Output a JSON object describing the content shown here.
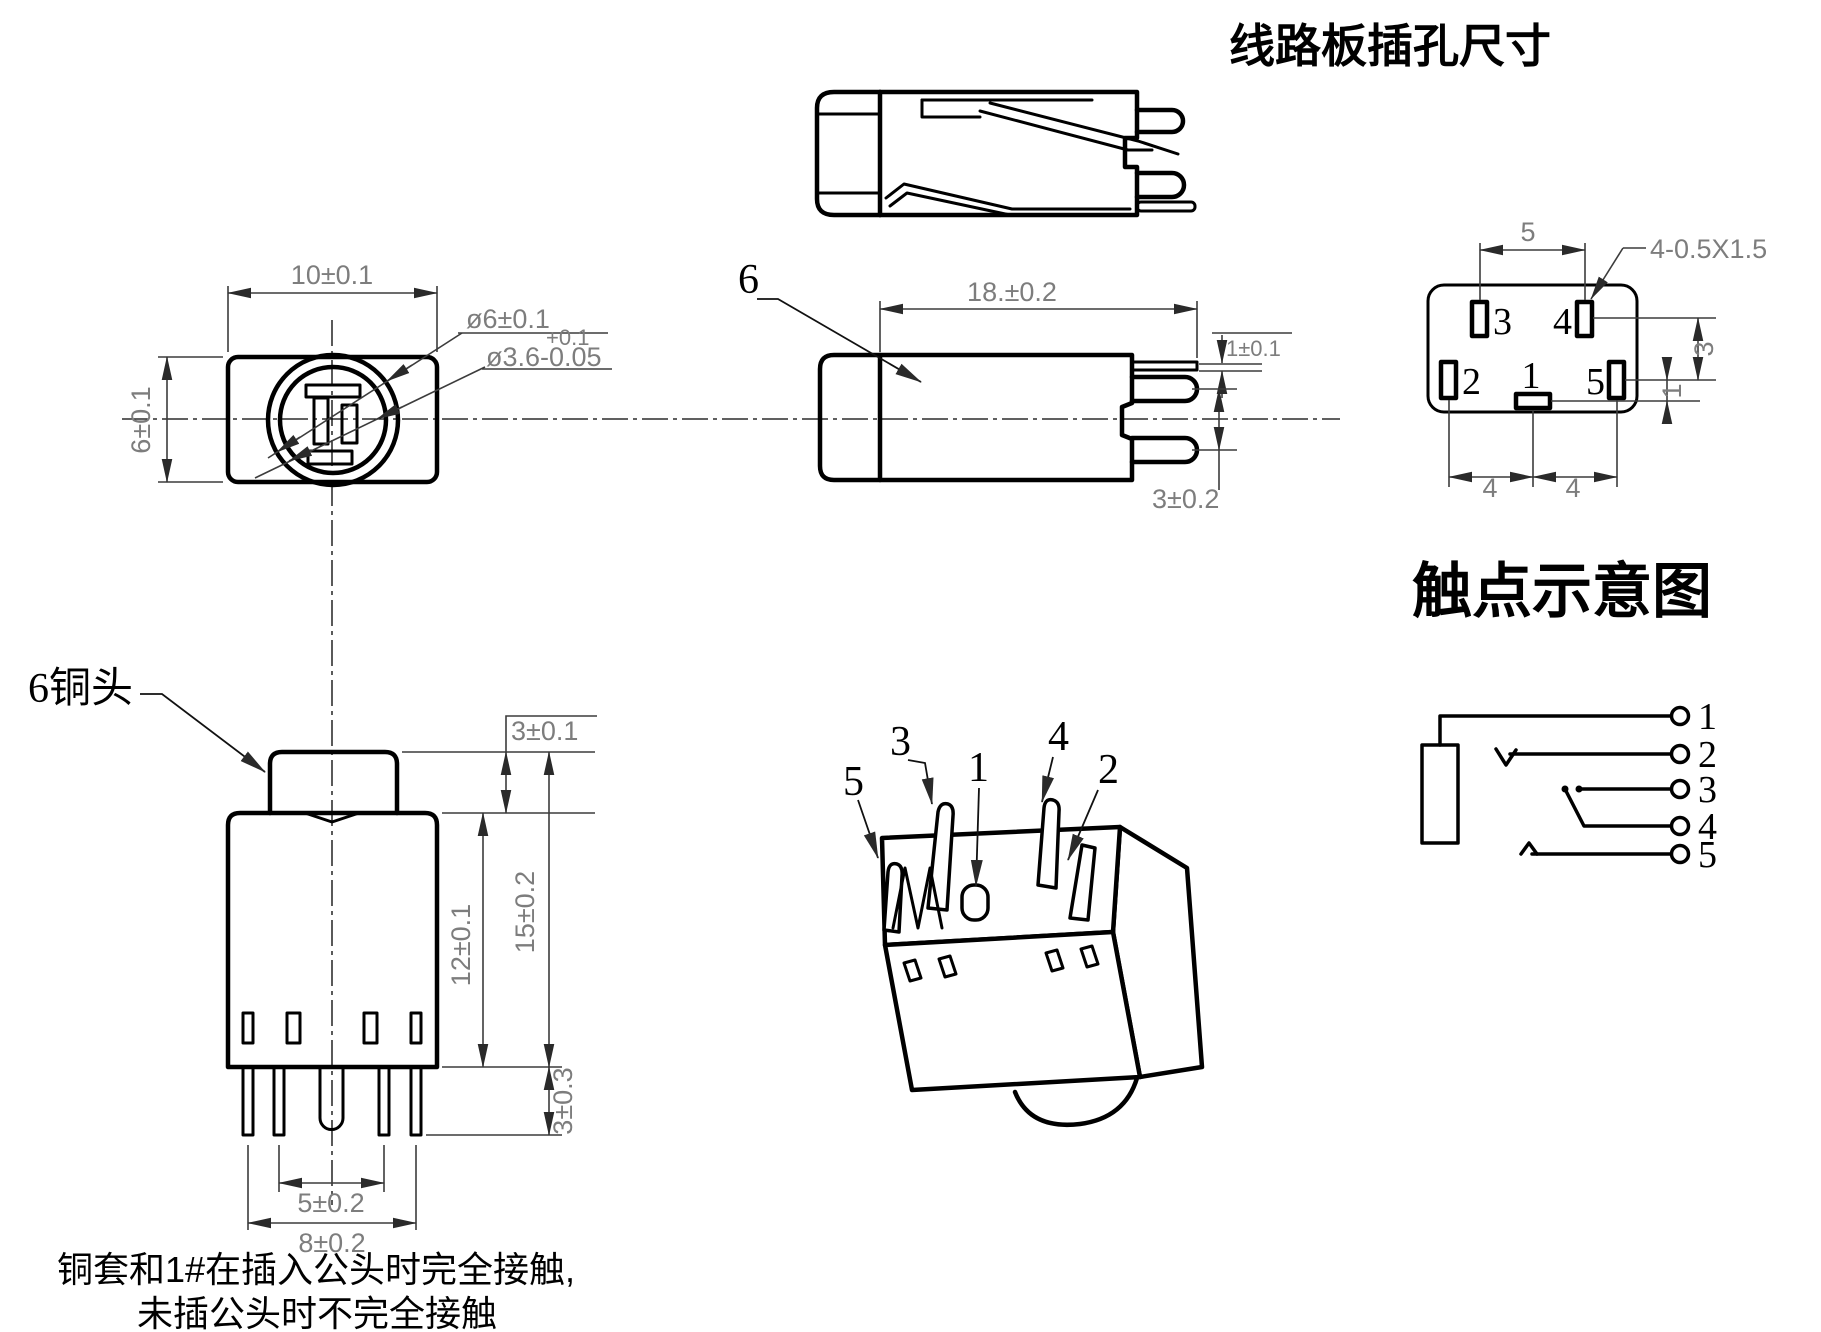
{
  "titles": {
    "board_hole": "线路板插孔尺寸",
    "contact_diagram": "触点示意图"
  },
  "notes": {
    "line1": "铜套和1#在插入公头时完全接触,",
    "line2": "未插公头时不完全接触"
  },
  "front_view": {
    "dim_width": "10±0.1",
    "dim_height": "6±0.1",
    "dim_outer_dia": "ø6±0.1",
    "dim_inner_dia": "ø3.6-0.05",
    "dim_inner_dia_sup": "+0.1"
  },
  "side_view": {
    "callout": "6",
    "dim_length": "18.±0.2",
    "dim_pin_offset": "1±0.1",
    "dim_pin_pitch": "3±0.2"
  },
  "pcb_view": {
    "dim_pitch_top": "5",
    "hole_spec": "4-0.5X1.5",
    "dim_right_3": "3",
    "dim_right_1": "1",
    "dim_bottom_a": "4",
    "dim_bottom_b": "4",
    "pads": [
      "1",
      "2",
      "3",
      "4",
      "5"
    ]
  },
  "bottom_view": {
    "callout": "6铜头",
    "dim_cap": "3±0.1",
    "dim_body": "12±0.1",
    "dim_total": "15±0.2",
    "dim_pins": "3±0.3",
    "dim_pitch_inner": "5±0.2",
    "dim_pitch_outer": "8±0.2"
  },
  "schematic": {
    "contacts": [
      "1",
      "2",
      "3",
      "4",
      "5"
    ]
  },
  "iso_view": {
    "labels": [
      "5",
      "3",
      "1",
      "4",
      "2"
    ]
  }
}
